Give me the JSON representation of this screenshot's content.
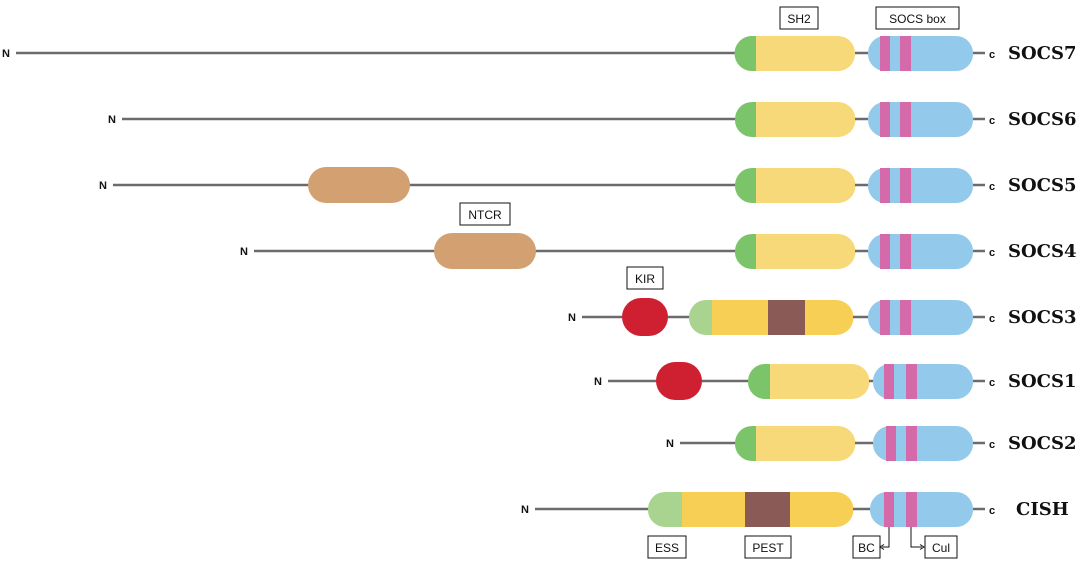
{
  "labels": {
    "n_terminus": "N",
    "c_terminus": "c",
    "sh2": "SH2",
    "socs_box": "SOCS box",
    "ntcr": "NTCR",
    "kir": "KIR",
    "ess": "ESS",
    "pest": "PEST",
    "bc": "BC",
    "cul": "Cul"
  },
  "colors": {
    "sh2_n_green": "#7bc46a",
    "sh2_n_green_light": "#a8d48f",
    "sh2_yellow": "#f8d97a",
    "sh2_yellow_bright": "#f7cf55",
    "pest_brown": "#8a5a56",
    "socs_box_blue": "#93c9ea",
    "socs_box_pink": "#d46aa9",
    "ntcr_tan": "#d3a072",
    "kir_red": "#cf2032",
    "line_gray": "#6b6b6b"
  },
  "proteins": [
    {
      "name": "SOCS7",
      "domains": [
        "SH2",
        "SOCS box"
      ]
    },
    {
      "name": "SOCS6",
      "domains": [
        "SH2",
        "SOCS box"
      ]
    },
    {
      "name": "SOCS5",
      "domains": [
        "NTCR",
        "SH2",
        "SOCS box"
      ]
    },
    {
      "name": "SOCS4",
      "domains": [
        "NTCR",
        "SH2",
        "SOCS box"
      ]
    },
    {
      "name": "SOCS3",
      "domains": [
        "KIR",
        "ESS",
        "SH2",
        "PEST",
        "SOCS box"
      ]
    },
    {
      "name": "SOCS1",
      "domains": [
        "KIR",
        "SH2",
        "SOCS box"
      ]
    },
    {
      "name": "SOCS2",
      "domains": [
        "SH2",
        "SOCS box"
      ]
    },
    {
      "name": "CISH",
      "domains": [
        "ESS",
        "SH2",
        "PEST",
        "SOCS box"
      ]
    }
  ]
}
